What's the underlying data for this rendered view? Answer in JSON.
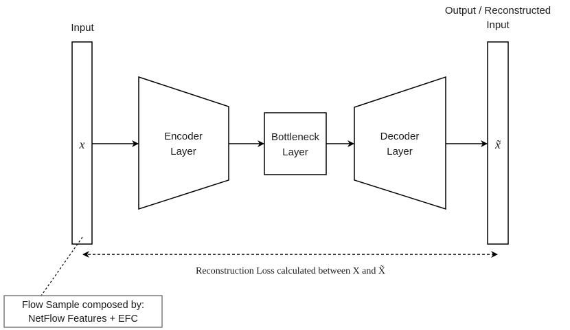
{
  "labels": {
    "input": "Input",
    "output_line1": "Output / Reconstructed",
    "output_line2": "Input",
    "x_symbol": "x",
    "x_tilde_symbol": "x̃",
    "encoder_line1": "Encoder",
    "encoder_line2": "Layer",
    "bottleneck_line1": "Bottleneck",
    "bottleneck_line2": "Layer",
    "decoder_line1": "Decoder",
    "decoder_line2": "Layer",
    "loss_text": "Reconstruction Loss calculated between X and X̃",
    "note_line1": "Flow Sample composed by:",
    "note_line2": "NetFlow Features + EFC"
  },
  "colors": {
    "stroke": "#000000",
    "background": "#ffffff",
    "note_border": "#7a7a7a",
    "text": "#1a1a1a"
  }
}
